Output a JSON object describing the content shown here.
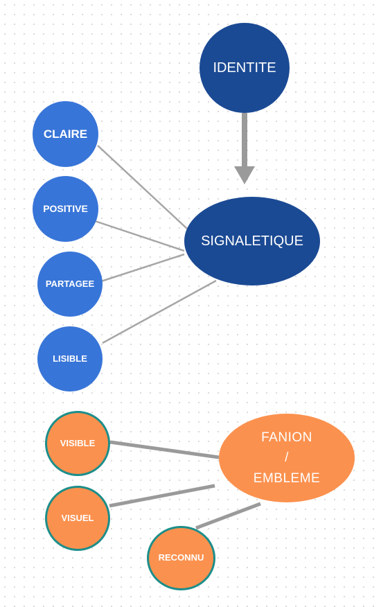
{
  "nodes": {
    "identite": "IDENTITE",
    "signaletique": "SIGNALETIQUE",
    "claire": "CLAIRE",
    "positive": "POSITIVE",
    "partagee": "PARTAGEE",
    "lisible": "LISIBLE",
    "fanion_line1": "FANION",
    "fanion_line2": "/",
    "fanion_line3": "EMBLEME",
    "visible": "VISIBLE",
    "visuel": "VISUEL",
    "reconnu": "RECONNU"
  },
  "colors": {
    "dark_blue": "#1b4a94",
    "blue": "#3875d8",
    "orange": "#fb914e",
    "teal_border": "#1c8e8a",
    "connector": "#a6a6a6",
    "arrow": "#9a9a9a"
  }
}
